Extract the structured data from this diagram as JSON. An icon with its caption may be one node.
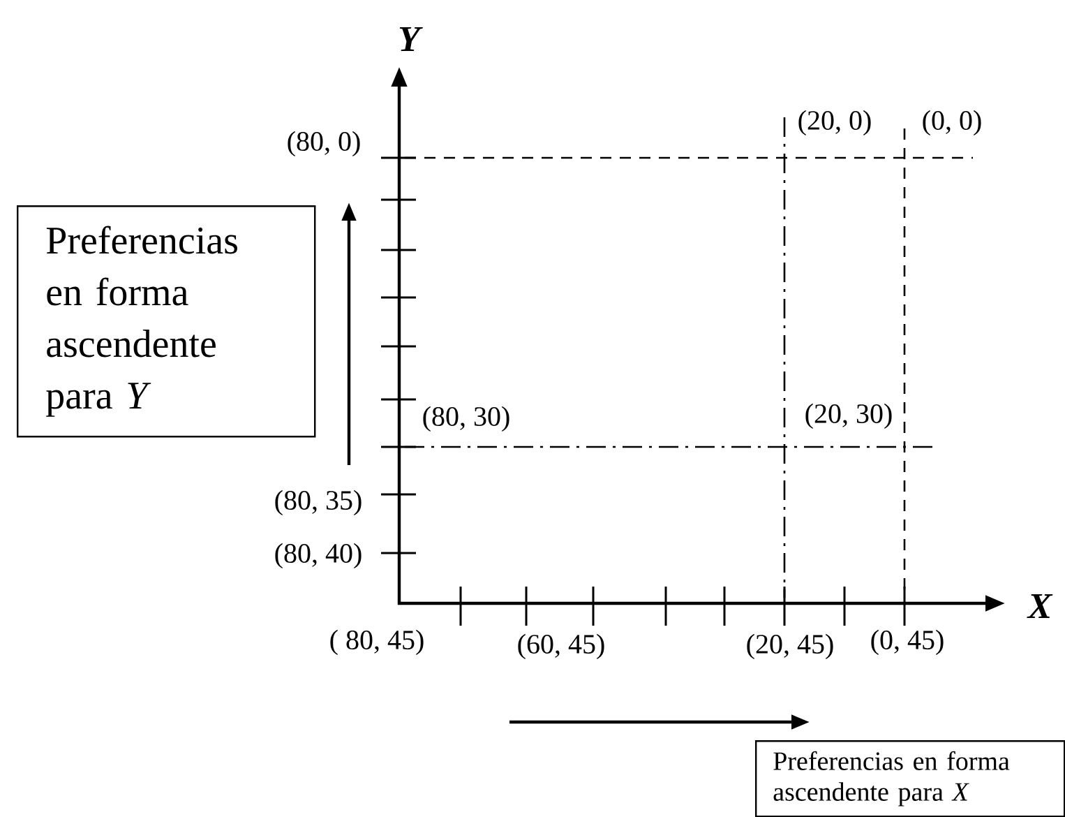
{
  "diagram": {
    "nodes": [
      {
        "text": [
          "Preferencias en forma ascendente para *Y*"
        ]
      },
      {
        "text": [
          "Preferencias en forma ascendente para *X*"
        ]
      }
    ],
    "labels": [
      "Y",
      "(80, 0)",
      "(20, 0)",
      "(0, 0)",
      "(80, 30)",
      "(20, 30)",
      "(80, 35)",
      "(80, 40)",
      "X",
      "( 80, 45)",
      "(60, 45)",
      "(20, 45)",
      "(0, 45)"
    ]
  }
}
